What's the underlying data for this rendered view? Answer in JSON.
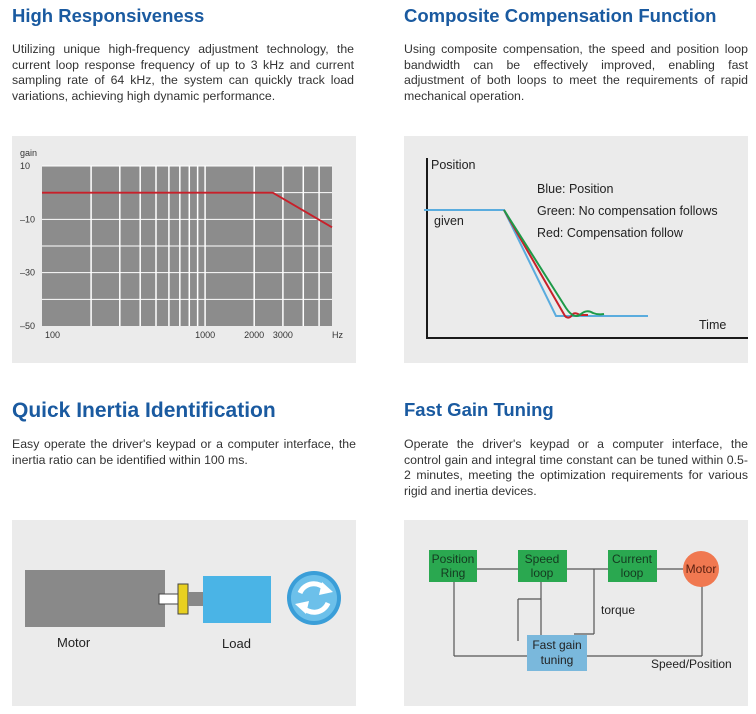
{
  "sections": {
    "responsiveness": {
      "title": "High Responsiveness",
      "description": "Utilizing unique high-frequency adjustment technology, the current loop response frequency of up to 3 kHz and current sampling rate of 64 kHz, the system can quickly track load variations, achieving high dynamic performance."
    },
    "compensation": {
      "title": "Composite Compensation Function",
      "description": "Using composite compensation, the speed and position loop bandwidth can be effectively improved, enabling fast adjustment of both loops to meet the requirements of rapid mechanical operation."
    },
    "inertia": {
      "title": "Quick Inertia Identification",
      "description": "Easy operate the driver's keypad or a computer interface, the inertia ratio can be identified within 100 ms."
    },
    "gain_tuning": {
      "title": "Fast Gain Tuning",
      "description": "Operate the driver's keypad or a computer interface, the control gain and integral time constant can be tuned within 0.5-2 minutes, meeting the optimization requirements for various rigid and inertia devices."
    }
  },
  "chart_data": [
    {
      "type": "line",
      "ylabel": "gain",
      "xlabel": "Hz",
      "x_scale": "log",
      "x_ticks": [
        "100",
        "1000",
        "2000",
        "3000"
      ],
      "y_ticks": [
        "10",
        "-10",
        "-30",
        "-50"
      ],
      "ylim": [
        -50,
        10
      ],
      "xlim": [
        100,
        6000
      ],
      "grid": true,
      "series": [
        {
          "color": "#c8202a",
          "x": [
            100,
            2600,
            6000
          ],
          "y": [
            0,
            0,
            -13
          ]
        }
      ]
    },
    {
      "type": "line",
      "ylabel": "Position",
      "xlabel": "Time",
      "given_label": "given",
      "legend": [
        {
          "text": "Blue: Position",
          "color": "#5aacde"
        },
        {
          "text": "Green: No compensation follows",
          "color": "#1e9a48"
        },
        {
          "text": "Red: Compensation follow",
          "color": "#c8202a"
        }
      ]
    }
  ],
  "inertia_diagram": {
    "motor_label": "Motor",
    "load_label": "Load",
    "refresh_icon": "refresh-icon"
  },
  "gain_diagram": {
    "blocks": {
      "position": [
        "Position",
        "Ring"
      ],
      "speed": [
        "Speed",
        "loop"
      ],
      "current": [
        "Current",
        "loop"
      ],
      "motor": "Motor",
      "tuning": [
        "Fast gain",
        "tuning"
      ]
    },
    "torque_label": "torque",
    "speed_position_label": "Speed/Position"
  },
  "colors": {
    "heading": "#1a5aa0",
    "panel": "#ebebeb",
    "chart_bg": "#8c8c8c",
    "block_green": "#2aa850",
    "block_blue": "#7ab8dc",
    "motor_orange": "#f07850",
    "load_blue": "#4ab4e6"
  }
}
